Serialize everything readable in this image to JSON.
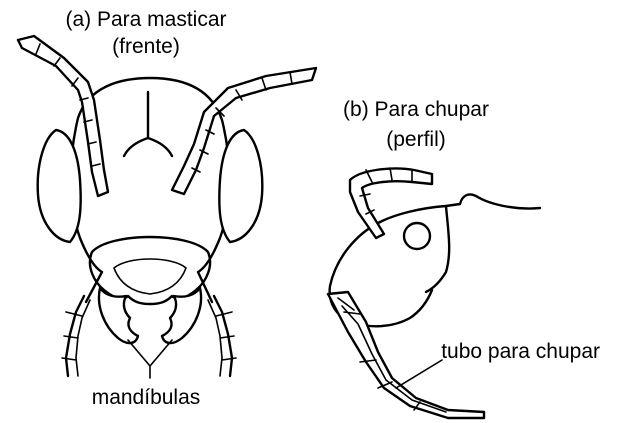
{
  "figure": {
    "chewing": {
      "title_line1": "(a) Para masticar",
      "title_line2": "(frente)",
      "callout_label": "mandíbulas"
    },
    "sucking": {
      "title_line1": "(b) Para chupar",
      "title_line2": "(perfil)",
      "callout_label": "tubo para chupar"
    }
  }
}
